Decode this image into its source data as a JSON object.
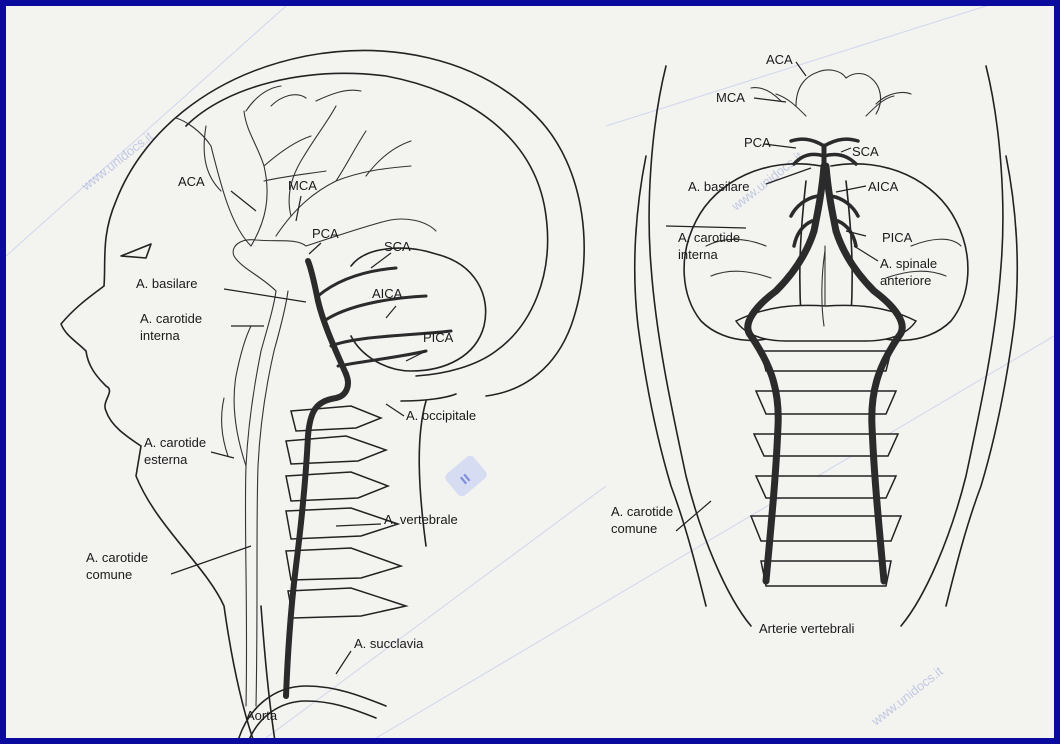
{
  "colors": {
    "frame": "#0a0a9e",
    "paper": "#f3f3f0",
    "ink": "#222222",
    "artery": "#2b2b2b",
    "watermark": "#9aa6d8"
  },
  "left_view": {
    "labels": {
      "aca": "ACA",
      "mca": "MCA",
      "pca": "PCA",
      "sca": "SCA",
      "aica": "AICA",
      "pica": "PICA",
      "basilare": "A. basilare",
      "carotide_interna_1": "A. carotide",
      "carotide_interna_2": "interna",
      "carotide_esterna_1": "A. carotide",
      "carotide_esterna_2": "esterna",
      "carotide_comune_1": "A. carotide",
      "carotide_comune_2": "comune",
      "occipitale": "A. occipitale",
      "vertebrale": "A. vertebrale",
      "succlavia": "A. succlavia",
      "aorta": "Aorta"
    }
  },
  "right_view": {
    "labels": {
      "aca": "ACA",
      "mca": "MCA",
      "pca": "PCA",
      "sca": "SCA",
      "basilare": "A. basilare",
      "aica": "AICA",
      "carotide_interna_1": "A. carotide",
      "carotide_interna_2": "interna",
      "pica": "PICA",
      "spinale_1": "A. spinale",
      "spinale_2": "anteriore",
      "carotide_comune_1": "A. carotide",
      "carotide_comune_2": "comune"
    },
    "caption": "Arterie vertebrali"
  },
  "watermark": {
    "text": "www.unidocs.it",
    "logo": "unidocs-logo"
  }
}
